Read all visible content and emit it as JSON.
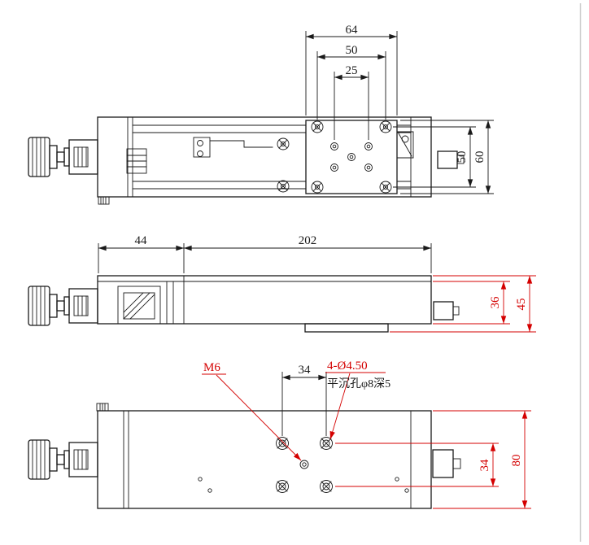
{
  "drawing": {
    "kind": "engineering-drawing-linear-translation-stage",
    "colors": {
      "ink": "#1a1a1a",
      "accent_red": "#d40000",
      "background": "#ffffff",
      "page_edge": "#cfcfcf"
    },
    "views": {
      "top": {
        "dim_64": "64",
        "dim_50_width": "50",
        "dim_25": "25",
        "dim_50_height": "50",
        "dim_60": "60"
      },
      "front": {
        "dim_44": "44",
        "dim_202": "202",
        "dim_36": "36",
        "dim_45": "45"
      },
      "bottom": {
        "label_m6": "M6",
        "dim_34_top": "34",
        "label_holes": "4-Ø4.50",
        "label_holes_note": "平沉孔φ8深5",
        "dim_34_right": "34",
        "dim_80": "80"
      }
    }
  }
}
